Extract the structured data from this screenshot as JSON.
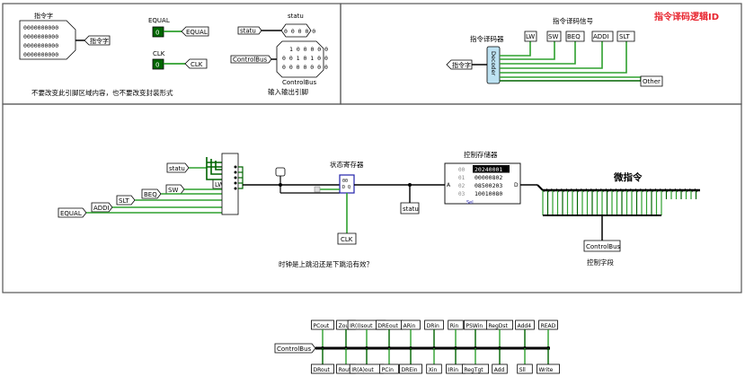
{
  "title": "指令译码逻辑ID",
  "top_left": {
    "instruction_label": "指令字",
    "rows": [
      "0000000000",
      "0000000000",
      "0000000000",
      "0000000000"
    ],
    "pin_label": "指令字",
    "equal_label": "EQUAL",
    "equal_value": "0",
    "equal_tunnel": "EQUAL",
    "clk_label": "CLK",
    "clk_value": "0",
    "clk_tunnel": "CLK",
    "notice": "不要改变此引脚区域内容，也不要改变封装形式"
  },
  "top_middle": {
    "statu_label": "statu",
    "statu_tunnel": "statu",
    "statu_value": "0 0 0 0 0",
    "controlbus_tunnel": "ControlBus",
    "controlbus_rows": [
      "1 0 0 0 0 0",
      "0 0 1 0 1 0 0",
      "0 0 0 0 0 0 0"
    ],
    "controlbus_label": "ControlBus",
    "io_caption": "输入输出引脚"
  },
  "top_right": {
    "decoder_label": "指令译码器",
    "signal_label": "指令译码信号",
    "input_tunnel": "指令字",
    "decoder_text": "Decoder",
    "outputs": [
      "LW",
      "SW",
      "BEQ",
      "ADDI",
      "SLT"
    ],
    "other": "Other"
  },
  "middle": {
    "inputs": [
      "statu",
      "LW",
      "SW",
      "BEQ",
      "SLT",
      "ADDI",
      "EQUAL"
    ],
    "state_reg_label": "状态寄存器",
    "ctrl_store_label": "控制存储器",
    "rom_addr": [
      "00",
      "01",
      "02",
      "03"
    ],
    "rom_data": [
      "20240001",
      "00000802",
      "08500203",
      "10010080"
    ],
    "rom_a": "A",
    "rom_d": "D",
    "rom_sel": "Sel",
    "statu_tunnel": "statu",
    "clk_tunnel": "CLK",
    "micro_label": "微指令",
    "controlbus_tunnel": "ControlBus",
    "ctrl_field_label": "控制字段",
    "question": "时钟是上跳沿还是下跳沿有效？"
  },
  "bottom": {
    "bus_tunnel": "ControlBus",
    "top_signals": [
      "PCout",
      "Zout",
      "IR(I)sout",
      "DREout",
      "ARin",
      "DRin",
      "Rin",
      "PSWin",
      "RegDst",
      "Add4",
      "READ"
    ],
    "bottom_signals": [
      "DRout",
      "Rout",
      "IR(A)out",
      "PCin",
      "DREin",
      "Xin",
      "IRin",
      "RegTgt",
      "Add",
      "Sll",
      "Write"
    ]
  },
  "colors": {
    "wire_on": "#2ea02e",
    "wire_off": "#006400",
    "bus": "#000000",
    "title": "#e8242e",
    "decoder_fill": "#bde2f2",
    "pin_fill": "#006600"
  }
}
